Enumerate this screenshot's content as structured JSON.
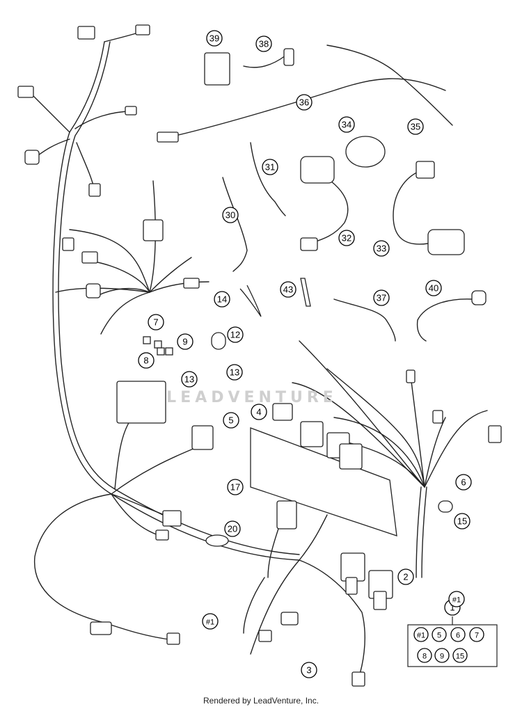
{
  "callouts": [
    "1",
    "2",
    "3",
    "4",
    "5",
    "6",
    "7",
    "8",
    "9",
    "12",
    "13",
    "13",
    "14",
    "15",
    "17",
    "20",
    "30",
    "31",
    "32",
    "33",
    "34",
    "35",
    "36",
    "37",
    "38",
    "39",
    "40",
    "43"
  ],
  "harness_refs": [
    "#1",
    "#1"
  ],
  "kit": {
    "header": "1",
    "items": [
      "#1",
      "5",
      "6",
      "7",
      "8",
      "9",
      "15"
    ]
  },
  "watermark": "LEADVENTURE",
  "footer": "Rendered by LeadVenture, Inc."
}
